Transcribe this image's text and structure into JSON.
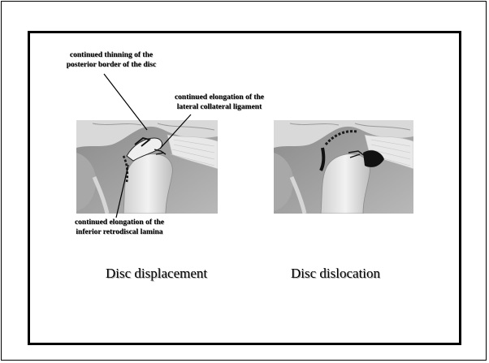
{
  "labels": {
    "thinning": [
      "continued thinning of the",
      "posterior border of the disc"
    ],
    "lateral": [
      "continued elongation of the",
      "lateral collateral ligament"
    ],
    "retrodiscal": [
      "continued elongation of the",
      "inferior retrodiscal lamina"
    ]
  },
  "captions": {
    "left": "Disc displacement",
    "right": "Disc dislocation"
  },
  "colors": {
    "frame": "#000000",
    "background": "#ffffff"
  }
}
